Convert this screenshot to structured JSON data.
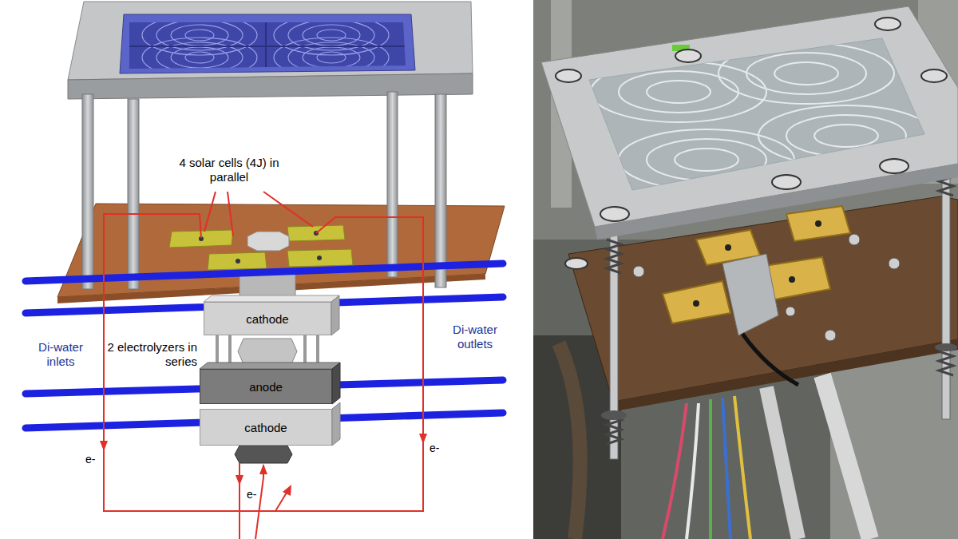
{
  "diagram": {
    "nodes": [
      {
        "text": [
          "cathode"
        ]
      },
      {
        "text": [
          "anode"
        ]
      },
      {
        "text": [
          "cathode"
        ]
      }
    ],
    "labels": [
      "4 solar cells (4J) in parallel",
      "2 electrolyzers in series",
      "Di-water inlets",
      "Di-water outlets",
      "e-",
      "e-",
      "e-"
    ]
  }
}
